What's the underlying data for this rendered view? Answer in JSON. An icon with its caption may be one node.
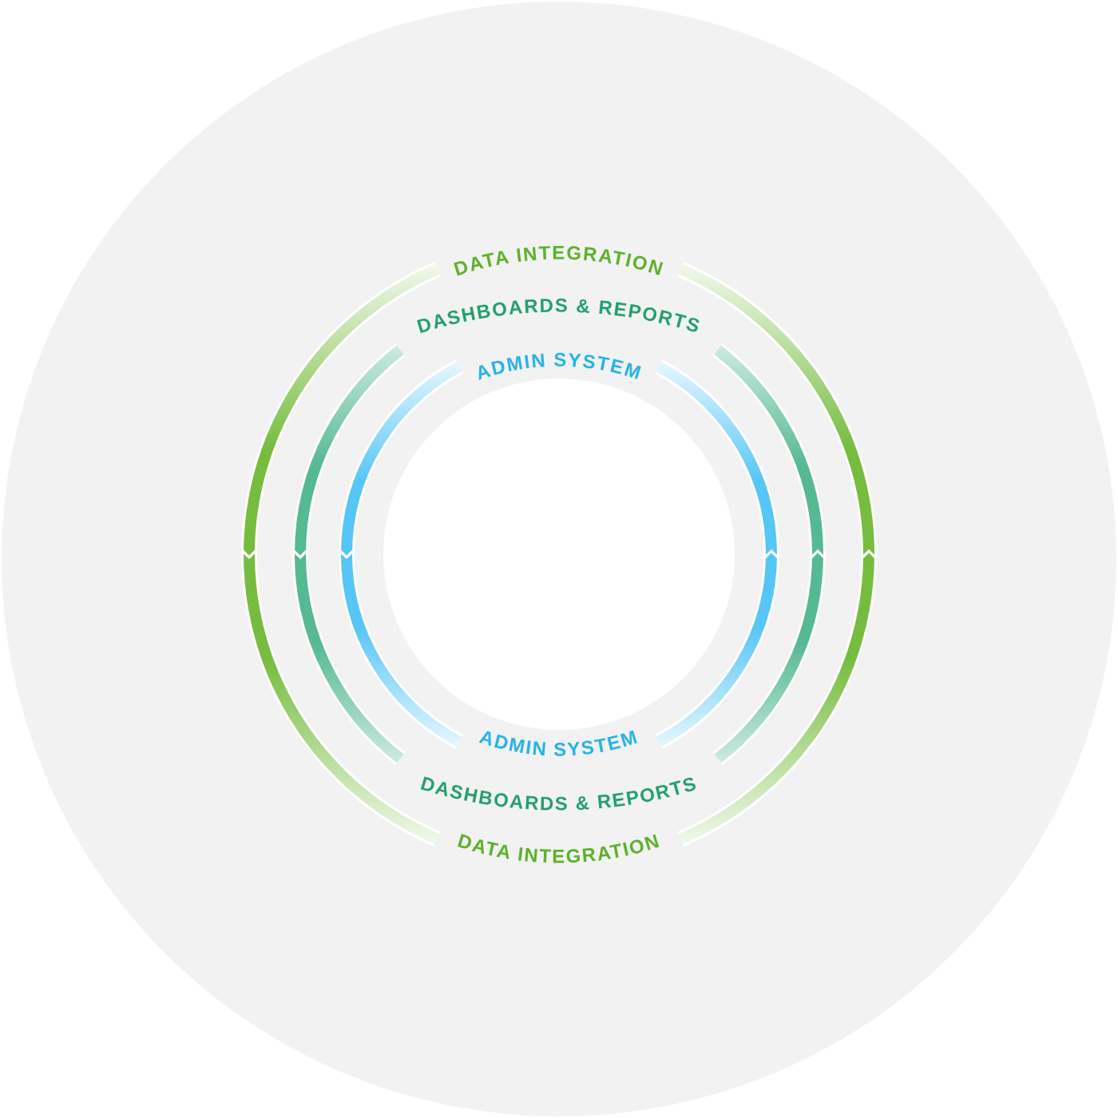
{
  "diagram": {
    "nodes": [
      {
        "text": [
          "DATA INTEGRATION",
          "DATA INTEGRATION"
        ]
      },
      {
        "text": [
          "DASHBOARDS & REPORTS",
          "DASHBOARDS & REPORTS"
        ],
        "in": 0
      },
      {
        "text": [
          "ADMIN SYSTEM",
          "ADMIN SYSTEM"
        ],
        "in": 1
      }
    ]
  }
}
